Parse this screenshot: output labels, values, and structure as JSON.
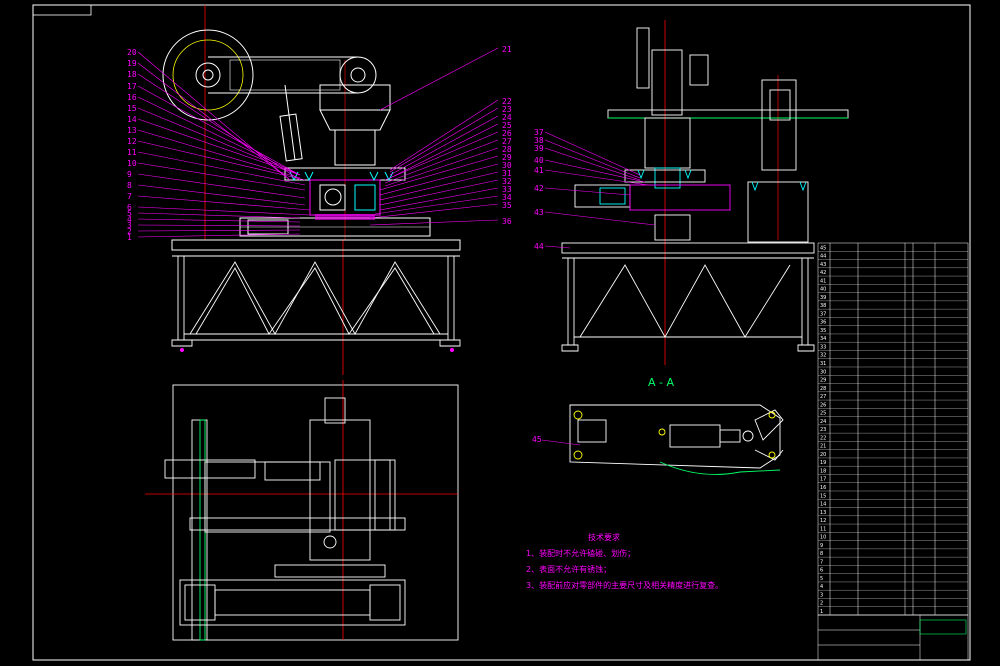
{
  "left_callouts": [
    "20",
    "19",
    "18",
    "17",
    "16",
    "15",
    "14",
    "13",
    "12",
    "11",
    "10",
    "9",
    "8",
    "7",
    "6",
    "5",
    "4",
    "3",
    "2",
    "1"
  ],
  "right_callouts": [
    "21",
    "22",
    "23",
    "24",
    "25",
    "26",
    "27",
    "28",
    "29",
    "30",
    "31",
    "32",
    "33",
    "34",
    "35",
    "36"
  ],
  "side_callouts": [
    "37",
    "38",
    "39",
    "40",
    "41",
    "42",
    "43",
    "44"
  ],
  "section_title": "A - A",
  "section_callout": "45",
  "tech_notes": {
    "title": "技术要求",
    "items": [
      "1、装配时不允许磕碰、划伤；",
      "2、表面不允许有锈蚀；",
      "3、装配前应对零部件的主要尺寸及相关精度进行复查。"
    ]
  },
  "bom_rows": [
    "45",
    "44",
    "43",
    "42",
    "41",
    "40",
    "39",
    "38",
    "37",
    "36",
    "35",
    "34",
    "33",
    "32",
    "31",
    "30",
    "29",
    "28",
    "27",
    "26",
    "25",
    "24",
    "23",
    "22",
    "21",
    "20",
    "19",
    "18",
    "17",
    "16",
    "15",
    "14",
    "13",
    "12",
    "11",
    "10",
    "9",
    "8",
    "7",
    "6",
    "5",
    "4",
    "3",
    "2",
    "1"
  ],
  "colors": {
    "frame": "#ffffff",
    "parts": "#00ff66",
    "callout": "#ff00ff",
    "center_line": "#ff0000",
    "accent": "#00ffff",
    "text": "#ffffff"
  }
}
